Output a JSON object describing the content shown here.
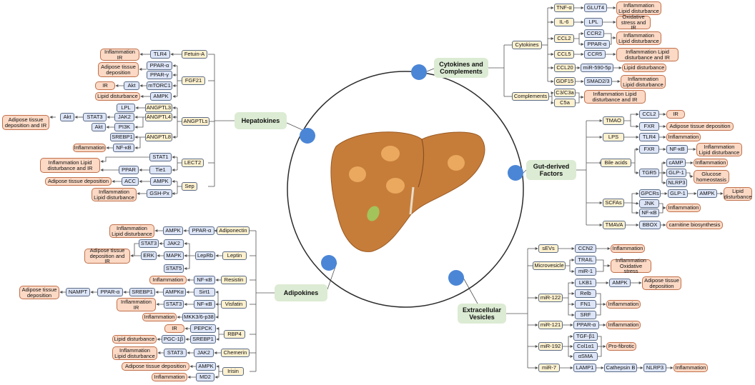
{
  "colors": {
    "connector": "#555555",
    "circle": "#2b2b2b",
    "dot": "#4b86d6",
    "liver": "#c77d3a",
    "gallbladder": "#a2c45a",
    "category": "#dcebd3",
    "gene": "#dde5f7",
    "factor": "#fdf1cf",
    "outcome": "#fbd9c5"
  },
  "categories": {
    "hepatokines": "Hepatokines",
    "cytokines": "Cytokines and Complements",
    "gut": "Gut-derived Factors",
    "adipokines": "Adipokines",
    "ev": "Extracellular Vesicles"
  },
  "hepatokines": {
    "fetuin": "Fetuin-A",
    "tlr4": "TLR4",
    "fetuin_out": "Inflammation IR",
    "fgf21": "FGF21",
    "ppara": "PPAR-α",
    "pparg": "PPAR-γ",
    "mtorc1": "mTORC1",
    "akt1": "Akt",
    "ampk": "AMPK",
    "fgf_out1": "Adipose tissue deposition",
    "fgf_out2": "IR",
    "fgf_out3": "Lipid disturbance",
    "angptls": "ANGPTLs",
    "angptl3": "ANGPTL3",
    "angptl4": "ANGPTL4",
    "angptl8": "ANGPTL8",
    "lpl": "LPL",
    "jak2": "JAK2",
    "stat3": "STAT3",
    "pi3k": "PI3K",
    "akt2": "Akt",
    "akt3": "Akt",
    "srebp1": "SREBP1",
    "nfkb": "NF-κB",
    "ang_out1": "Adipose tissue deposition and IR",
    "ang_out2": "Inflammation",
    "lect2": "LECT2",
    "stat1": "STAT1",
    "tie1": "Tie1",
    "ppar": "PPAR",
    "lect_out": "Inflammation Lipid disturbance and IR",
    "sep": "Sep",
    "sep_ampk": "AMPK",
    "acc": "ACC",
    "gshpx": "GSH-Px",
    "sep_out1": "Adipose tissue deposition",
    "sep_out2": "Inflammation Lipid disturbance"
  },
  "cytokines": {
    "cytokines": "Cytokines",
    "complements": "Complements",
    "tnfa": "TNF-α",
    "glut4": "GLUT4",
    "tnf_out": "Inflammation Lipid disturbance",
    "il6": "IL-6",
    "lpl": "LPL",
    "il6_out": "Oxidative stress and IR",
    "ccl2": "CCL2",
    "ccr2": "CCR2",
    "ppara": "PPAR-α",
    "ccl2_out": "Inflammation Lipid disturbance",
    "ccl5": "CCL5",
    "ccr5": "CCR5",
    "ccl5_out": "Inflammation Lipid disturbance and IR",
    "ccl20": "CCL20",
    "mir590": "miR-590-5p",
    "ccl20_out": "Lipid disturbance",
    "gdf15": "GDF15",
    "smad": "SMAD2/3",
    "gdf_out": "Inflammation Lipid disturbance",
    "c3": "C3/C3a",
    "c5": "C5a",
    "comp_out": "Inflammation Lipid disturbance and IR"
  },
  "gut": {
    "tmao": "TMAO",
    "ccl2": "CCL2",
    "fxr": "FXR",
    "ir": "IR",
    "tmao_out": "Adipose tissue deposition",
    "lps": "LPS",
    "tlr4": "TLR4",
    "lps_out": "Inflammation",
    "bile": "Bile acids",
    "fxr2": "FXR",
    "nfkb": "NF-κB",
    "fxr_out": "Inflammation Lipid disturbance",
    "tgr5": "TGR5",
    "camp": "cAMP",
    "camp_out": "Inflammation",
    "glp1": "GLP-1",
    "glp_out": "Glucose homeostasis",
    "nlrp3": "NLRP3",
    "scfas": "SCFAs",
    "gpcrs": "GPCRs",
    "glp1b": "GLP-1",
    "ampk": "AMPK",
    "scfa_out1": "Lipid disturbance",
    "jnk": "JNK",
    "nfkb2": "NF-κB",
    "scfa_out2": "Inflammation",
    "tmava": "TMAVA",
    "bbox": "BBOX",
    "tmava_out": "carnitine biosynthesis"
  },
  "adipokines": {
    "adiponectin": "Adiponectin",
    "ppara": "PPAR-α",
    "ampk": "AMPK",
    "adipo_out": "Inflammation Lipid disturbance",
    "leptin": "Leptin",
    "leprb": "LepRb",
    "jak2": "JAK2",
    "stat3": "STAT3",
    "mapk": "MAPK",
    "erk": "ERK",
    "stat5": "STAT5",
    "leptin_out": "Adipose tissue deposition and IR",
    "resistin": "Resistin",
    "nfkb": "NF-κB",
    "resistin_out": "Inflammation",
    "visfatin": "Visfatin",
    "sirt1": "Sirt1",
    "ampka": "AMPKα",
    "srebp1": "SREBP1",
    "ppara2": "PPAR-α",
    "nampt": "NAMPT",
    "vis_out1": "Adipose tissue deposition",
    "nfkb2": "NF-κB",
    "stat3b": "STAT3",
    "vis_out2": "Inflammation IR",
    "mkk": "MKK3/6-p38",
    "vis_out3": "Inflammation",
    "rbp4": "RBP4",
    "pepck": "PEPCK",
    "srebp1b": "SREBP1",
    "pgc": "PGC-1β",
    "rbp_out1": "IR",
    "rbp_out2": "Lipid disturbance",
    "chemerin": "Chemerin",
    "jak2b": "JAK2",
    "stat3c": "STAT3",
    "chem_out": "Inflammation Lipid disturbance",
    "irisin": "Irisin",
    "ampkb": "AMPK",
    "md2": "MD2",
    "iris_out1": "Adipose tissue deposition",
    "iris_out2": "Inflammation"
  },
  "ev": {
    "sevs": "sEVs",
    "ccn2": "CCN2",
    "sevs_out": "Inflammation",
    "micro": "Microvesicle",
    "trail": "TRAIL",
    "mir1": "miR-1",
    "micro_out": "Inflammation Oxidative stress",
    "mir122": "miR-122",
    "lkb1": "LKB1",
    "ampk": "AMPK",
    "lkb_out": "Adipose tissue deposition",
    "relb": "Relb",
    "fn1": "FN1",
    "srf": "SRF",
    "mir122_out": "Inflammation",
    "mir121": "miR-121",
    "ppara": "PPAR-α",
    "mir121_out": "Inflammation",
    "mir192": "miR-192",
    "tgfb": "TGF-β1",
    "col": "Col1α1",
    "asma": "αSMA",
    "mir192_out": "Pro-fibrotic",
    "mir7": "miR-7",
    "lamp1": "LAMP1",
    "catb": "Cathepsin B",
    "nlrp3": "NLRP3",
    "mir7_out": "Inflammation"
  }
}
